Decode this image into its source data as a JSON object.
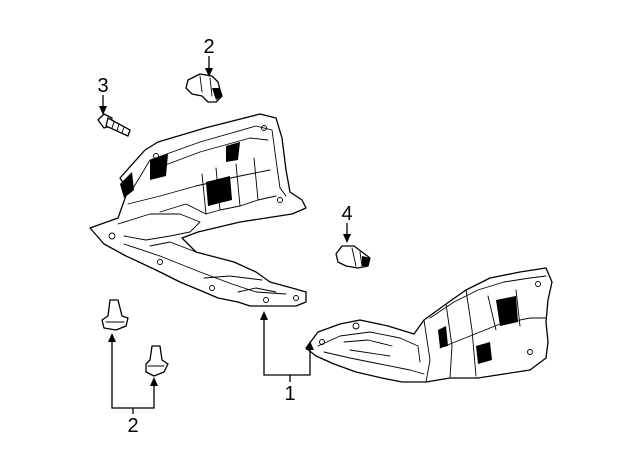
{
  "callouts": {
    "c1": "1",
    "c2_top": "2",
    "c2_bottom": "2",
    "c3": "3",
    "c4": "4"
  }
}
